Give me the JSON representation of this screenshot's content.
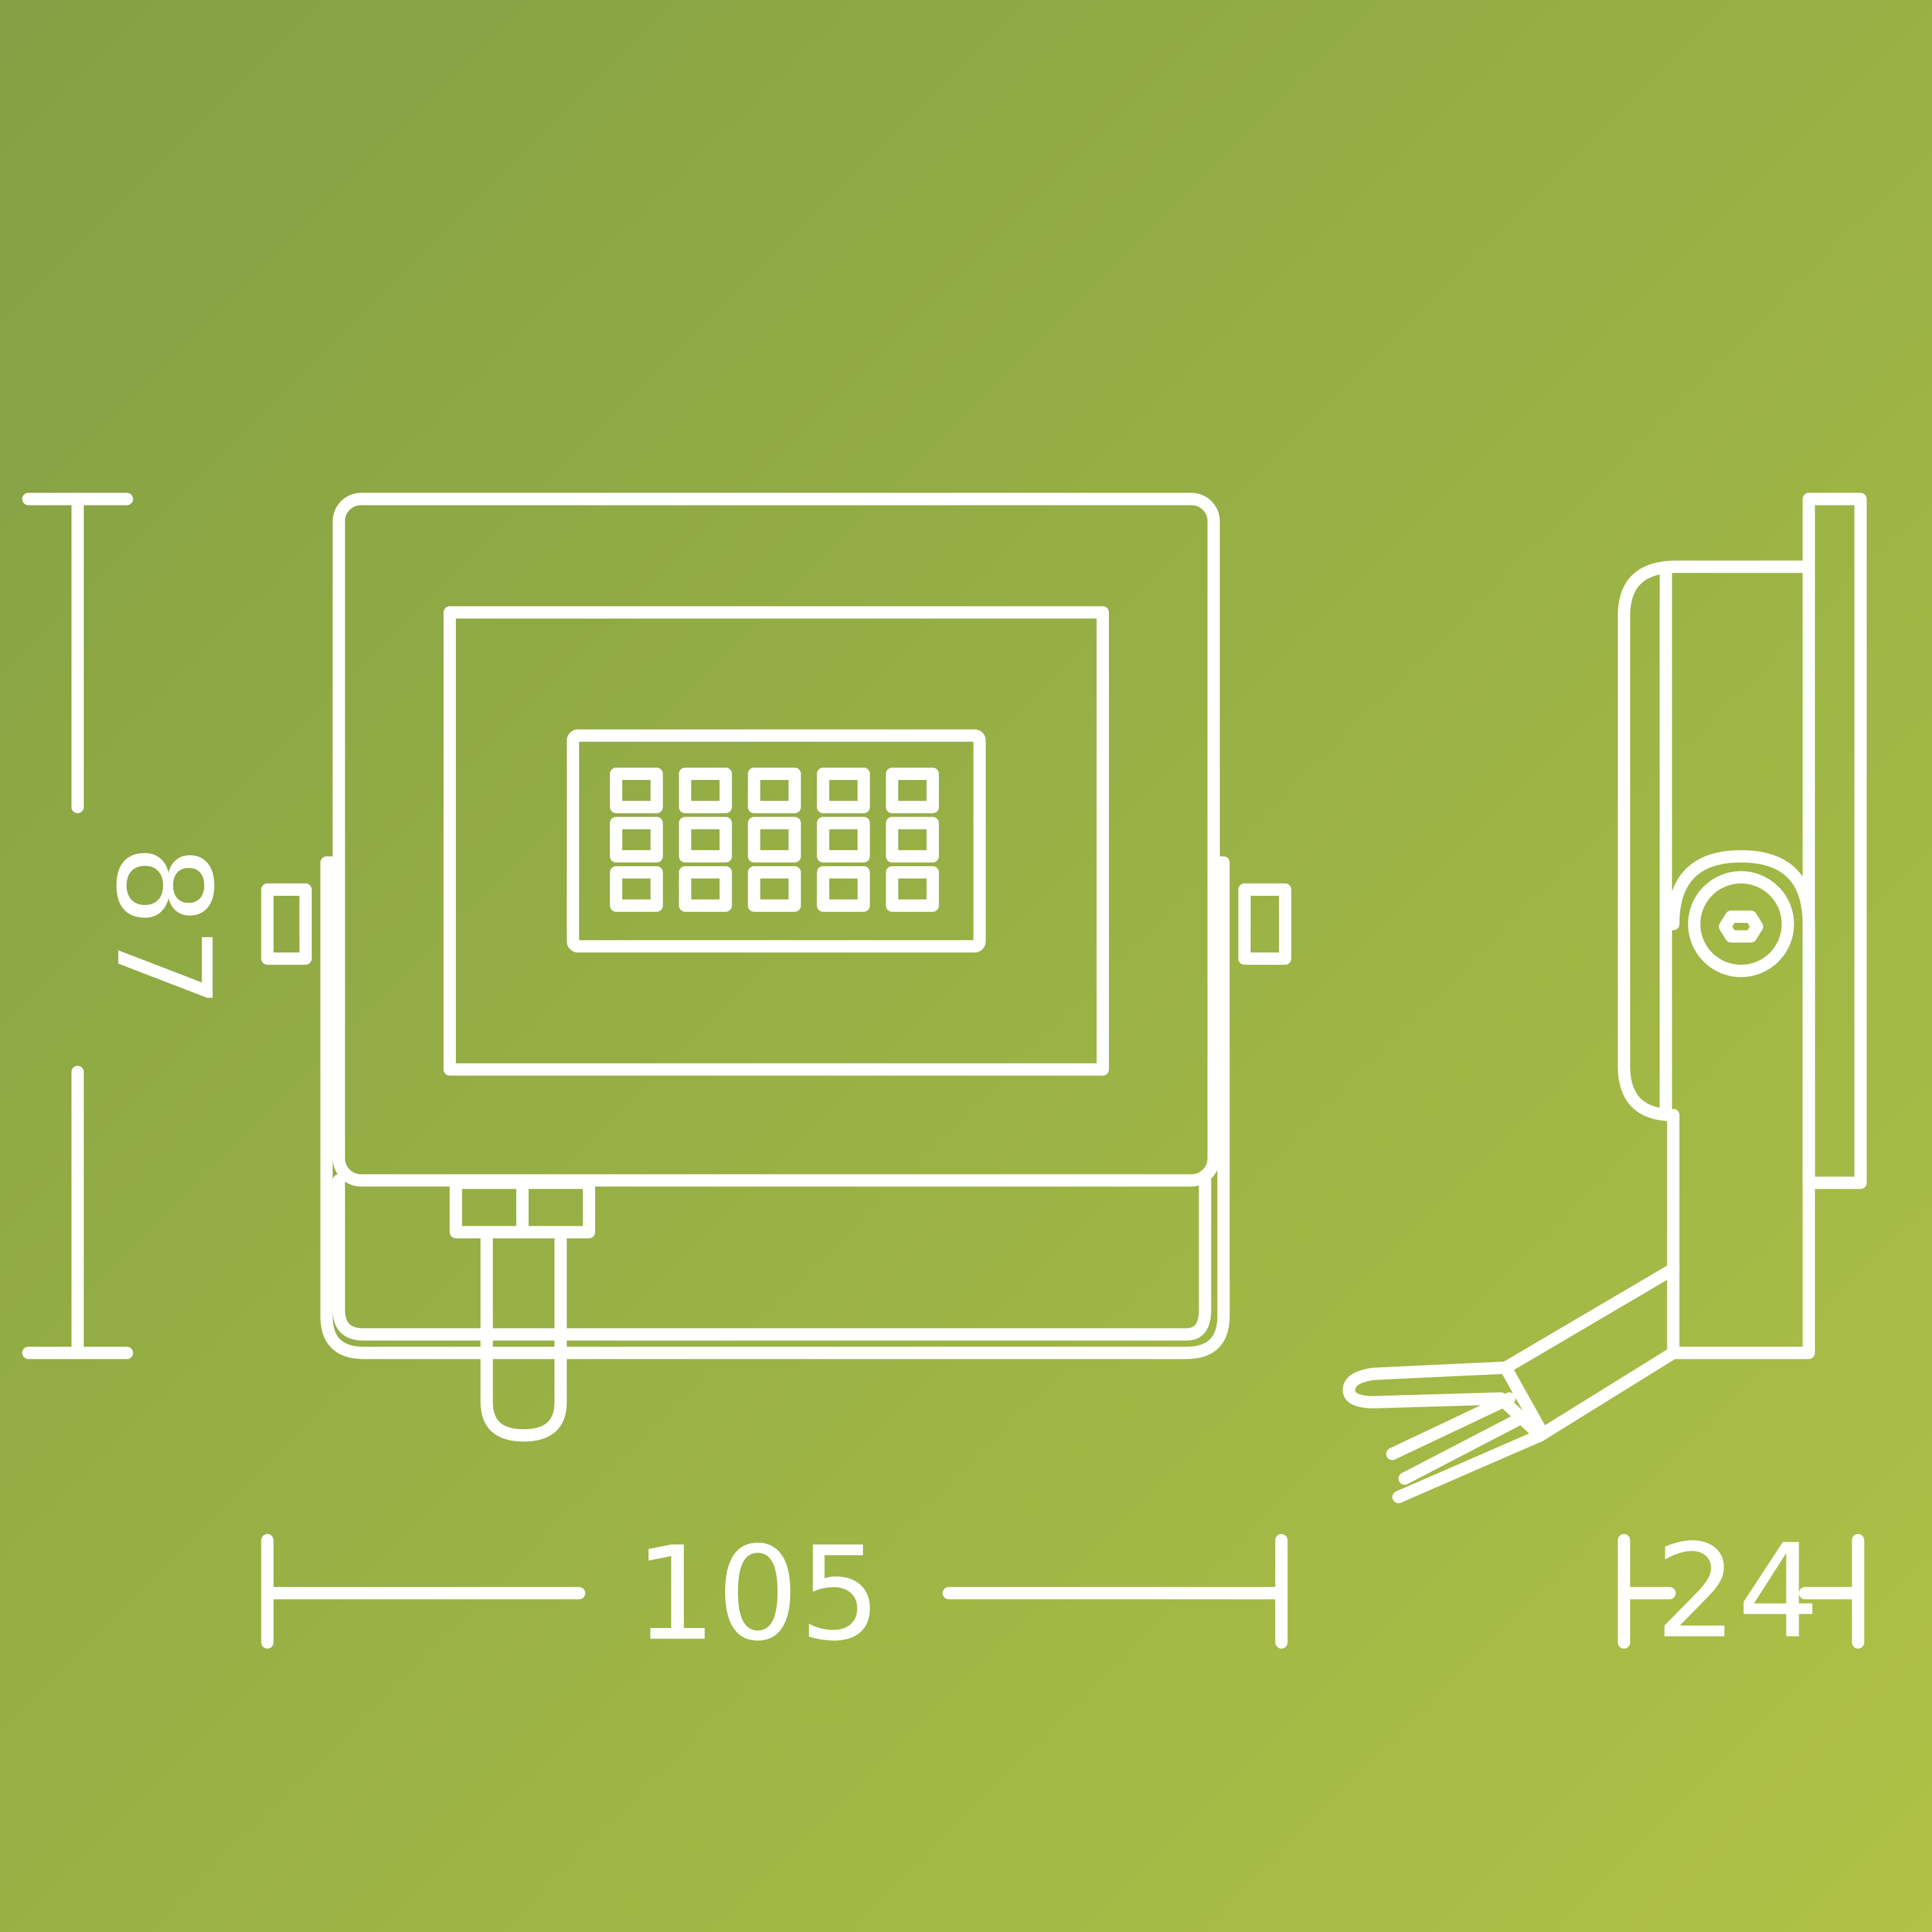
{
  "colors": {
    "background_start": "#83a044",
    "background_end": "#afc146",
    "line": "#ffffff"
  },
  "dimensions": {
    "height": "87",
    "width": "105",
    "depth": "24"
  }
}
